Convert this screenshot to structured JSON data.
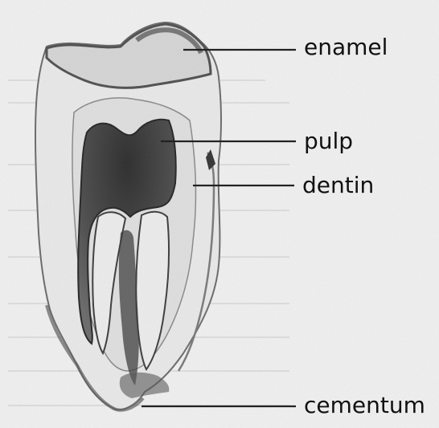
{
  "labels": {
    "enamel": "enamel",
    "pulp": "pulp",
    "dentin": "dentin",
    "cementum": "cementum"
  }
}
